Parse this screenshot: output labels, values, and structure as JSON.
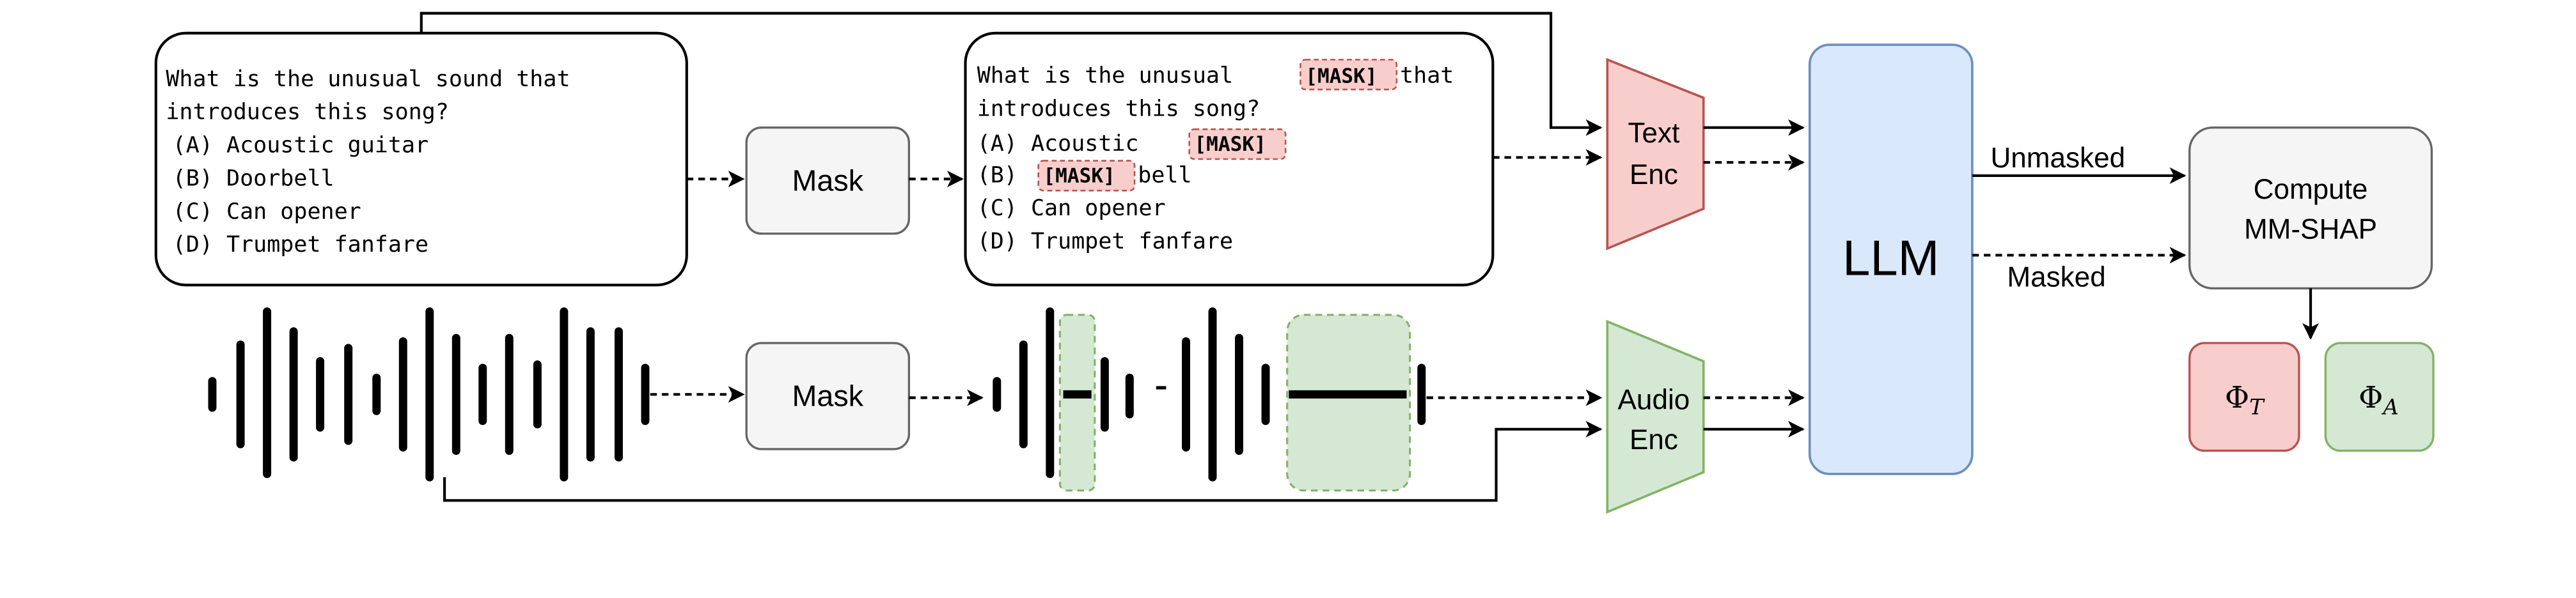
{
  "question_original": {
    "lines": [
      "What is the unusual sound that",
      "introduces this song?",
      "(A) Acoustic guitar",
      "(B) Doorbell",
      "(C) Can opener",
      "(D) Trumpet fanfare"
    ]
  },
  "question_masked": {
    "line1_prefix": "What is the unusual ",
    "line1_suffix": "that",
    "line2": "introduces this song?",
    "line3_prefix": "(A) Acoustic ",
    "line4_prefix": "(B) ",
    "line4_suffix": "bell",
    "line5": "(C) Can opener",
    "line6": "(D) Trumpet fanfare",
    "mask_token": "[MASK]"
  },
  "mask_text_label": "Mask",
  "mask_audio_label": "Mask",
  "text_encoder": {
    "line1": "Text",
    "line2": "Enc"
  },
  "audio_encoder": {
    "line1": "Audio",
    "line2": "Enc"
  },
  "llm_label": "LLM",
  "unmasked_label": "Unmasked",
  "masked_label": "Masked",
  "compute": {
    "line1": "Compute",
    "line2": "MM-SHAP"
  },
  "phi_text": {
    "symbol": "Φ",
    "subscript": "T"
  },
  "phi_audio": {
    "symbol": "Φ",
    "subscript": "A"
  },
  "colors": {
    "text_fill": "#f8cecc",
    "text_stroke": "#b85450",
    "audio_fill": "#d5e8d4",
    "audio_stroke": "#82b366",
    "llm_fill": "#dae8fc",
    "llm_stroke": "#6c8ebf",
    "box_fill": "#f5f5f5",
    "box_stroke": "#666666",
    "mask_highlight": "#f8cecc"
  }
}
